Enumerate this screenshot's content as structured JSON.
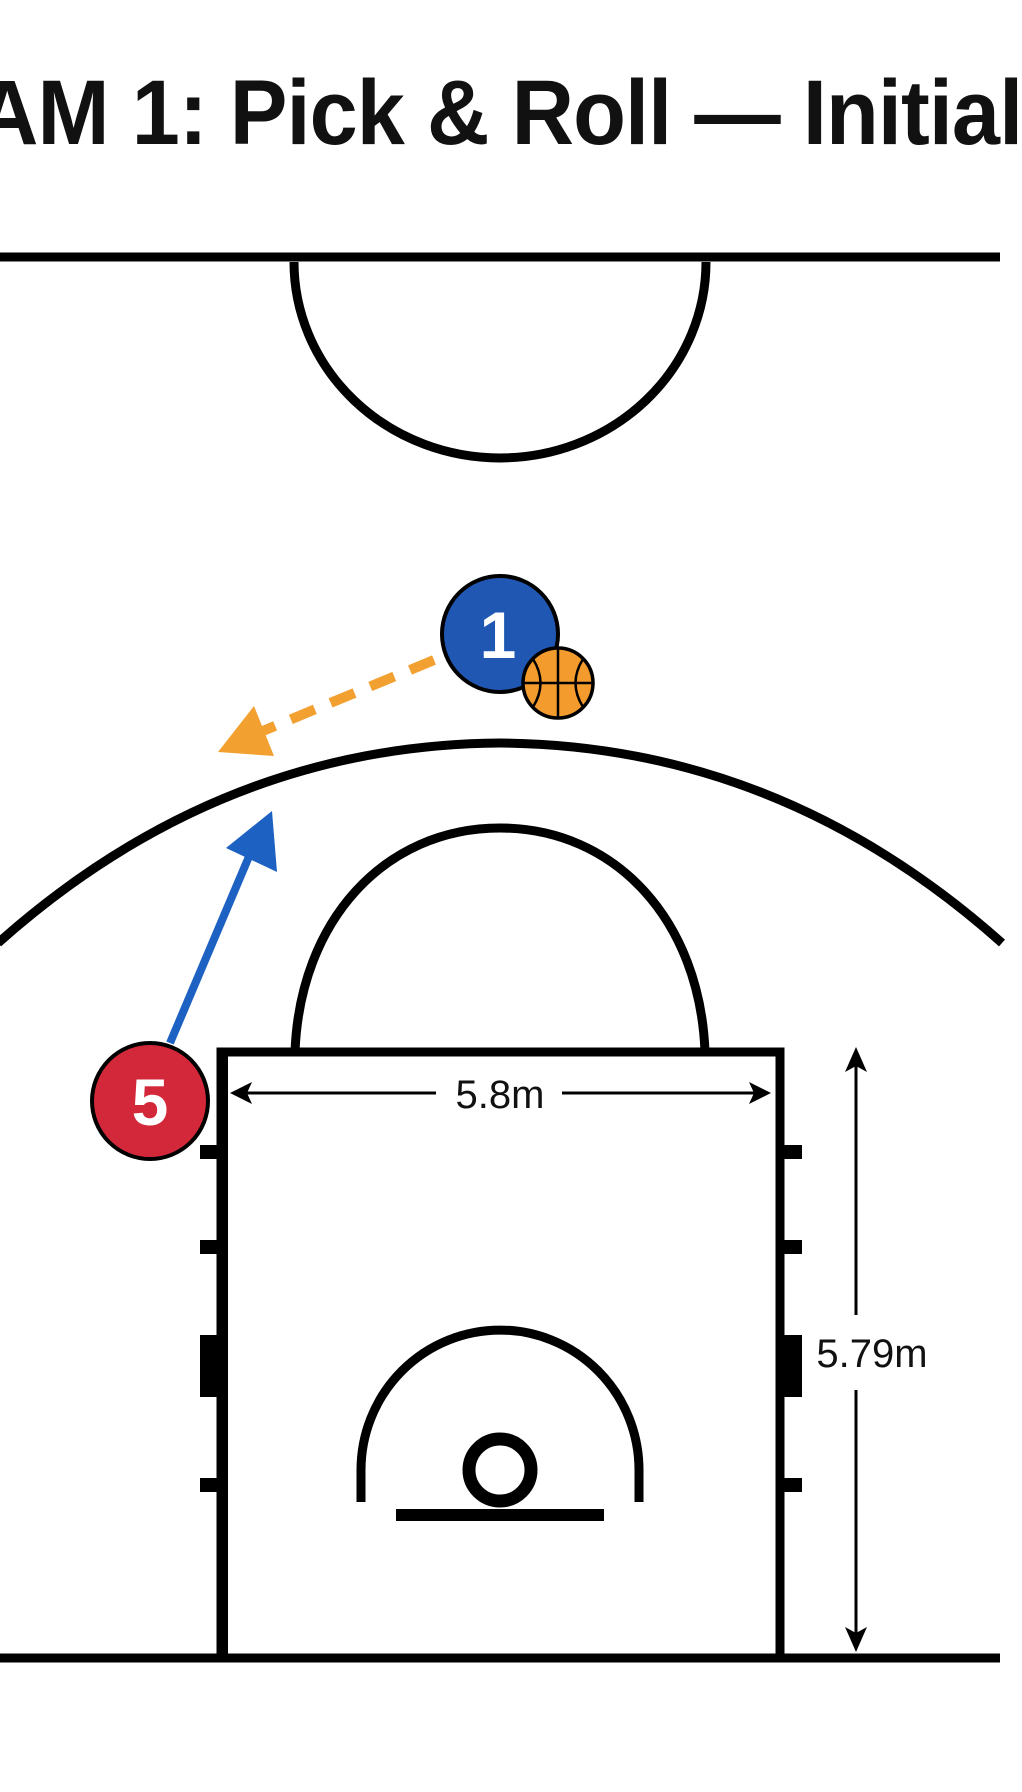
{
  "title": "AM 1: Pick & Roll — Initial",
  "dimensions": {
    "lane_width": "5.8m",
    "lane_length": "5.79m"
  },
  "players": [
    {
      "number": "1",
      "color": "#1f57b3",
      "role": "ball-handler"
    },
    {
      "number": "5",
      "color": "#d3283a",
      "role": "screener"
    }
  ],
  "colors": {
    "pass_arrow": "#f2a030",
    "move_arrow": "#1d61c2",
    "ball": "#f39c2d",
    "lines": "#000000"
  }
}
